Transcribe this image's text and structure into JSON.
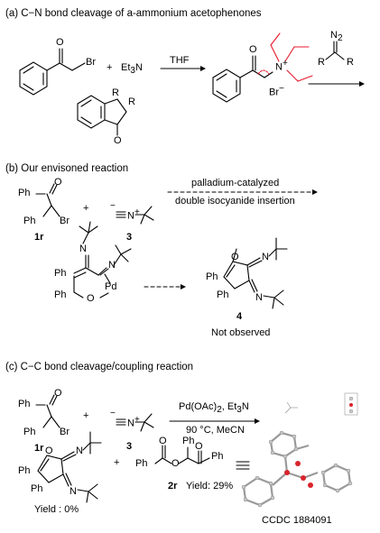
{
  "sections": {
    "a": {
      "header": "(a)  C−N  bond cleavage of a-ammonium acetophenones",
      "reagent_et3n": "Et",
      "reagent_et3n_sub": "3",
      "reagent_et3n_n": "N",
      "plus": "+",
      "condition": "THF",
      "br_anion": "Br",
      "br_anion_sign": "−",
      "n_plus": "+",
      "diazo_n2": "N",
      "diazo_n2_sub": "2",
      "diazo_r1": "R",
      "diazo_r2": "R",
      "indanone_r1": "R",
      "indanone_r2": "R",
      "indanone_o": "O",
      "sm_o": "O",
      "sm_br": "Br",
      "n_label": "N"
    },
    "b": {
      "header": "(b) Our envisoned reaction",
      "ph1": "Ph",
      "ph2": "Ph",
      "o": "O",
      "br": "Br",
      "label_1r": "1r",
      "plus": "+",
      "isocyanide_n": "N",
      "isocyanide_plus": "+",
      "isocyanide_minus": "−",
      "label_3": "3",
      "condition_line1": "palladium-catalyzed",
      "condition_line2": "double isocyanide insertion",
      "int_ph1": "Ph",
      "int_ph2": "Ph",
      "int_n1": "N",
      "int_n2": "N",
      "int_pd": "Pd",
      "int_o": "O",
      "prod_ph1": "Ph",
      "prod_ph2": "Ph",
      "prod_o": "O",
      "prod_n1": "N",
      "prod_n2": "N",
      "label_4": "4",
      "not_observed": "Not observed"
    },
    "c": {
      "header": "(c) C−C  bond cleavage/coupling reaction",
      "ph1": "Ph",
      "ph2": "Ph",
      "o": "O",
      "br": "Br",
      "label_1r": "1r",
      "plus": "+",
      "isocyanide_n": "N",
      "isocyanide_plus": "+",
      "isocyanide_minus": "−",
      "label_3": "3",
      "condition_line1": "Pd(OAc)",
      "condition_line1_sub": "2",
      "condition_line1_end": ", Et",
      "condition_line1_sub2": "3",
      "condition_line1_n": "N",
      "condition_line2": "90 °C, MeCN",
      "prod_ph1": "Ph",
      "prod_ph2": "Ph",
      "prod_o": "O",
      "prod_n1": "N",
      "prod_n2": "N",
      "yield_1": "Yield : 0%",
      "plus2": "+",
      "ester_ph1": "Ph",
      "ester_ph2": "Ph",
      "ester_ph3": "Ph",
      "ester_o1": "O",
      "ester_o2": "O",
      "ester_o3": "O",
      "label_2r": "2r",
      "yield_2": "Yield: 29%",
      "ccdc": "CCDC 1884091"
    }
  },
  "colors": {
    "bond": "#000000",
    "highlight": "#e8182c",
    "crystal_carbon": "#8a8a8a",
    "crystal_oxygen": "#d8242c"
  }
}
